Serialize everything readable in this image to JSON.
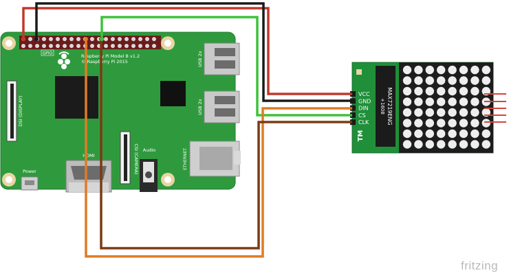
{
  "board": {
    "model_line1": "Raspberry Pi Model B v1.2",
    "model_line2": "© Raspberry Pi 2015",
    "gpio_label": "GPIO",
    "usb_top": "USB 2x",
    "usb_bottom": "USB 2x",
    "dsi_label": "DSI (DISPLAY)",
    "csi_label": "CSI (CAMERA)",
    "hdmi_label": "HDMI",
    "audio_label": "Audio",
    "ethernet_label": "ETHERNET",
    "power_label": "Power"
  },
  "module": {
    "chip_line1": "MAX7219ENG",
    "chip_line2": "+1608",
    "logo": "TM",
    "pins": [
      "VCC",
      "GND",
      "DIN",
      "CS",
      "CLK"
    ],
    "matrix_rows": 8,
    "matrix_cols": 8
  },
  "wires": [
    {
      "name": "wire-vcc",
      "color": "#c0392b"
    },
    {
      "name": "wire-gnd",
      "color": "#1a1a1a"
    },
    {
      "name": "wire-din",
      "color": "#e07b24"
    },
    {
      "name": "wire-cs",
      "color": "#3ec23a"
    },
    {
      "name": "wire-clk",
      "color": "#7a3b13"
    }
  ],
  "footer": {
    "brand": "fritzing"
  }
}
